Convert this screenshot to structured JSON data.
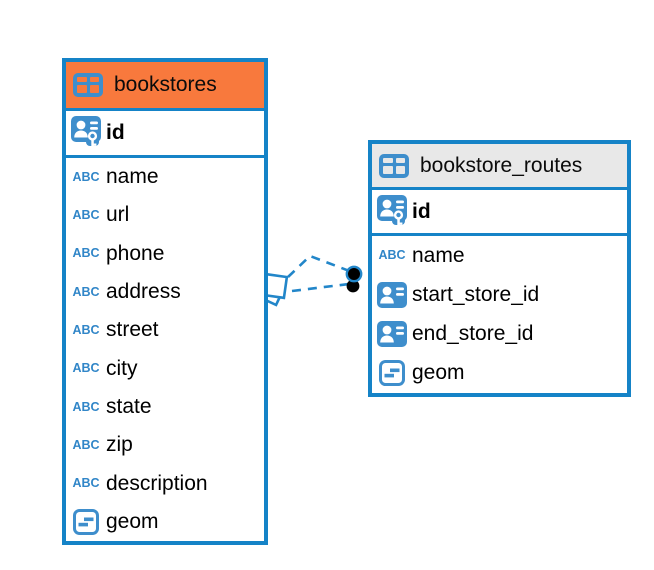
{
  "diagram": {
    "type": "entity-relationship-diagram",
    "colors": {
      "table_border": "#1583C7",
      "bookstores_header_bg": "#F8793D",
      "routes_header_bg": "#E8E8E8",
      "icon_blue": "#3E8ECC",
      "text_blue": "#3186C8",
      "connector_blue": "#2286C9",
      "dot_black": "#000000"
    }
  },
  "icons": {
    "abc_label": "ABC"
  },
  "tables": [
    {
      "name": "bookstores",
      "header_icon": "table-grid-icon",
      "primary_key": {
        "name": "id",
        "icon": "person-key-icon"
      },
      "fields": [
        {
          "name": "name",
          "icon": "text-abc-icon"
        },
        {
          "name": "url",
          "icon": "text-abc-icon"
        },
        {
          "name": "phone",
          "icon": "text-abc-icon"
        },
        {
          "name": "address",
          "icon": "text-abc-icon"
        },
        {
          "name": "street",
          "icon": "text-abc-icon"
        },
        {
          "name": "city",
          "icon": "text-abc-icon"
        },
        {
          "name": "state",
          "icon": "text-abc-icon"
        },
        {
          "name": "zip",
          "icon": "text-abc-icon"
        },
        {
          "name": "description",
          "icon": "text-abc-icon"
        },
        {
          "name": "geom",
          "icon": "geometry-icon"
        }
      ]
    },
    {
      "name": "bookstore_routes",
      "header_icon": "table-grid-icon",
      "primary_key": {
        "name": "id",
        "icon": "person-key-icon"
      },
      "fields": [
        {
          "name": "name",
          "icon": "text-abc-icon"
        },
        {
          "name": "start_store_id",
          "icon": "person-ref-icon"
        },
        {
          "name": "end_store_id",
          "icon": "person-ref-icon"
        },
        {
          "name": "geom",
          "icon": "geometry-icon"
        }
      ]
    }
  ],
  "connector": {
    "from": "bookstores",
    "to": "bookstore_routes",
    "style": "dashed",
    "lines": 2
  }
}
